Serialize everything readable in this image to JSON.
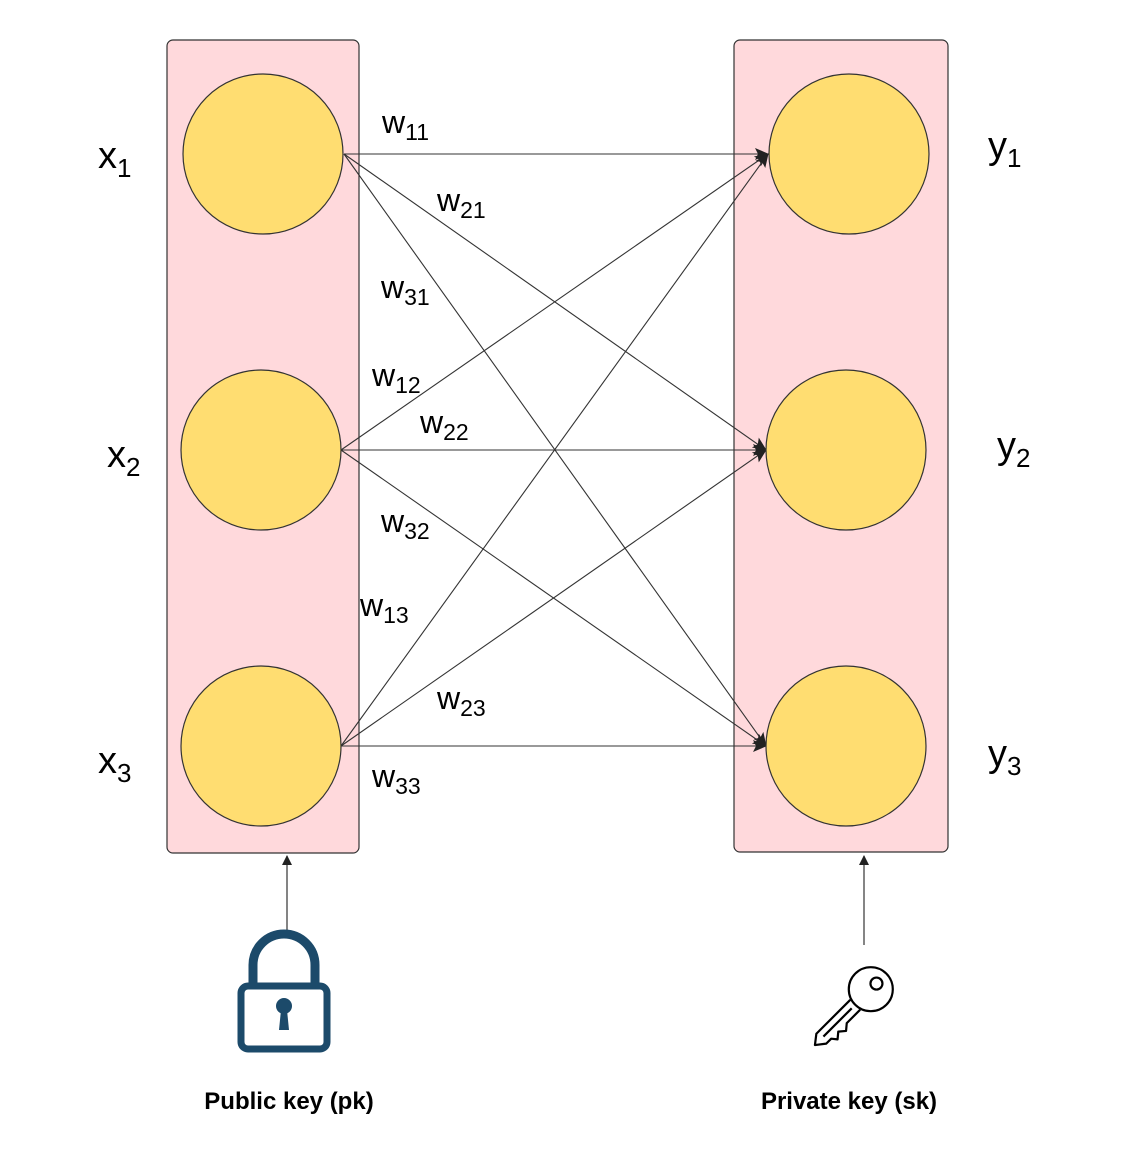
{
  "colors": {
    "layer_fill": "#ffd9dc",
    "layer_stroke": "#333333",
    "node_fill": "#ffdd71",
    "node_stroke": "#333333",
    "edge": "#333333",
    "lock_icon": "#1c4a6a",
    "key_icon": "#000000"
  },
  "input_layer": {
    "nodes": [
      {
        "base": "x",
        "sub": "1"
      },
      {
        "base": "x",
        "sub": "2"
      },
      {
        "base": "x",
        "sub": "3"
      }
    ]
  },
  "output_layer": {
    "nodes": [
      {
        "base": "y",
        "sub": "1"
      },
      {
        "base": "y",
        "sub": "2"
      },
      {
        "base": "y",
        "sub": "3"
      }
    ]
  },
  "weights": [
    {
      "base": "w",
      "sub": "11"
    },
    {
      "base": "w",
      "sub": "21"
    },
    {
      "base": "w",
      "sub": "31"
    },
    {
      "base": "w",
      "sub": "12"
    },
    {
      "base": "w",
      "sub": "22"
    },
    {
      "base": "w",
      "sub": "32"
    },
    {
      "base": "w",
      "sub": "13"
    },
    {
      "base": "w",
      "sub": "23"
    },
    {
      "base": "w",
      "sub": "33"
    }
  ],
  "public_key": {
    "caption": "Public key (pk)",
    "icon": "lock-icon"
  },
  "private_key": {
    "caption": "Private key (sk)",
    "icon": "key-icon"
  }
}
